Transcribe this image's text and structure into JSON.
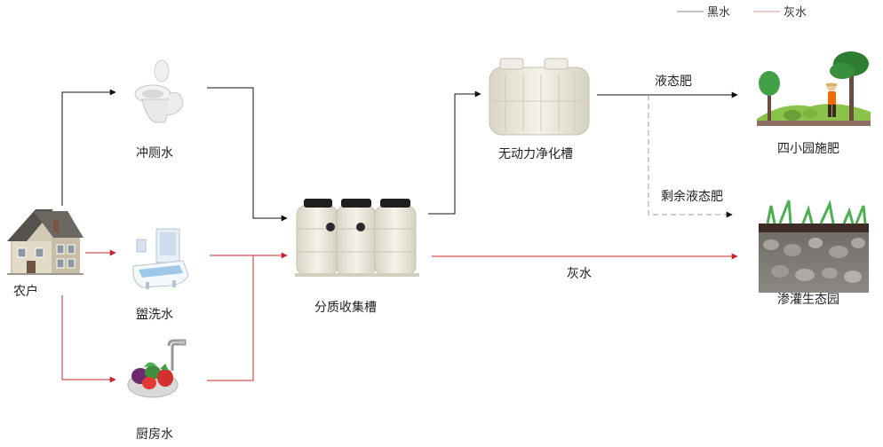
{
  "legend": {
    "black_water": "黑水",
    "grey_water": "灰水"
  },
  "nodes": {
    "household": "农户",
    "toilet_water": "冲厕水",
    "washing_water": "盥洗水",
    "kitchen_water": "厨房水",
    "collection_tank": "分质收集槽",
    "purification_tank": "无动力净化槽",
    "garden_fertilizing": "四小园施肥",
    "infiltration_garden": "渗灌生态园"
  },
  "edges": {
    "liquid_fertilizer": "液态肥",
    "remaining_liquid_fertilizer": "剩余液态肥",
    "grey_water": "灰水"
  },
  "colors": {
    "black_line": "#111111",
    "grey_line": "#c62828",
    "dashed_line": "#9e9e9e",
    "tank_body": "#ebe9dd",
    "tank_cap": "#1e1e1e"
  },
  "icons": {
    "household": "house-icon",
    "toilet": "toilet-icon",
    "washing": "bathtub-icon",
    "kitchen": "vegetables-sink-icon",
    "collection_tank": "triple-tank-icon",
    "purification_tank": "purification-tank-icon",
    "garden": "garden-farmer-icon",
    "infiltration": "soil-layer-icon"
  }
}
